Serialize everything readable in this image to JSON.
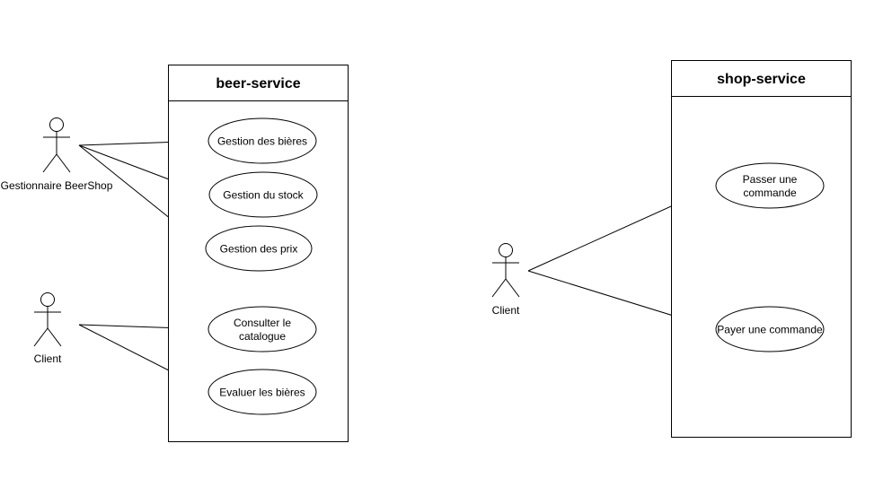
{
  "systems": {
    "beer_service": {
      "title": "beer-service",
      "use_cases": [
        {
          "label_lines": [
            "Gestion des bières"
          ]
        },
        {
          "label_lines": [
            "Gestion du stock"
          ]
        },
        {
          "label_lines": [
            "Gestion des prix"
          ]
        },
        {
          "label_lines": [
            "Consulter le",
            "catalogue"
          ]
        },
        {
          "label_lines": [
            "Evaluer les bières"
          ]
        }
      ]
    },
    "shop_service": {
      "title": "shop-service",
      "use_cases": [
        {
          "label_lines": [
            "Passer une",
            "commande"
          ]
        },
        {
          "label_lines": [
            "Payer une commande"
          ]
        }
      ]
    }
  },
  "actors": {
    "gestionnaire": {
      "label": "Gestionnaire BeerShop"
    },
    "client_beer": {
      "label": "Client"
    },
    "client_shop": {
      "label": "Client"
    }
  }
}
